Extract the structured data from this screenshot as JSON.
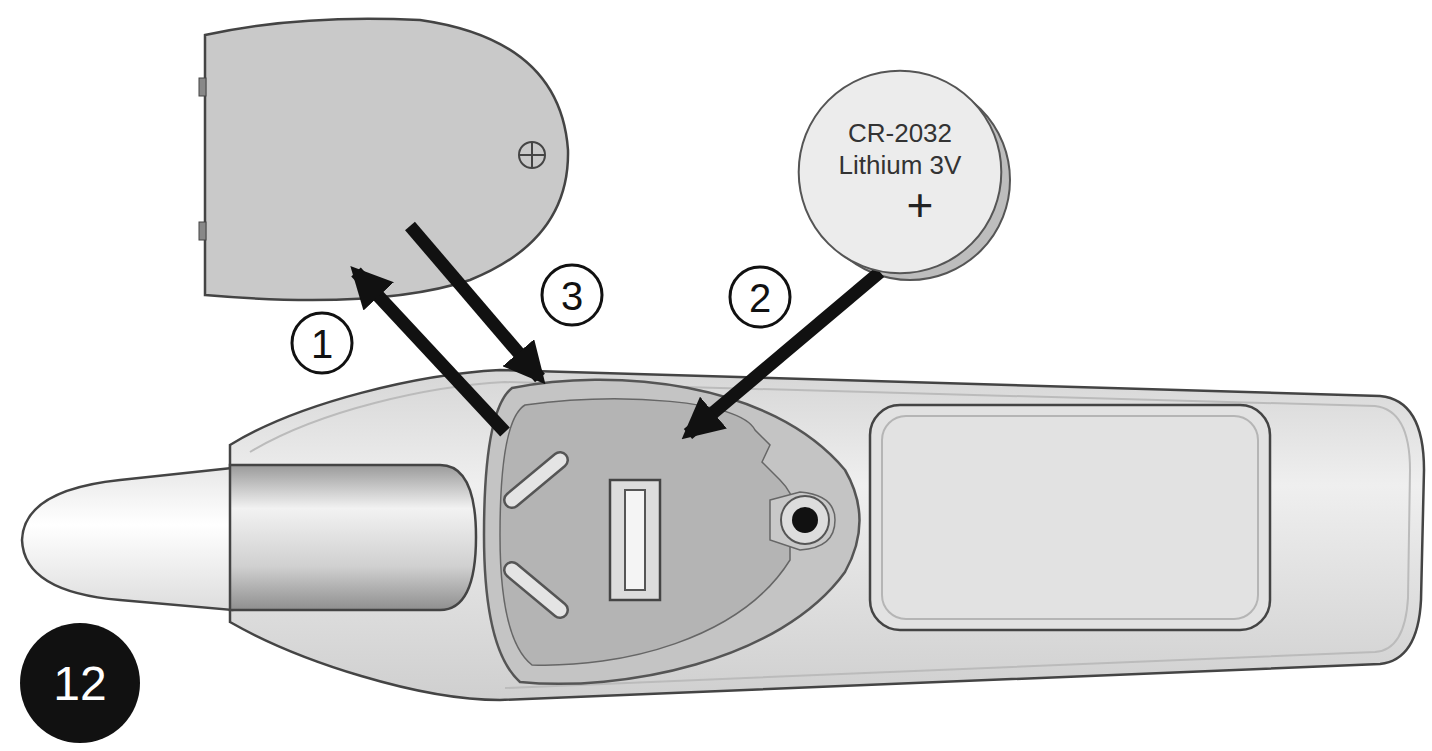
{
  "diagram": {
    "nodes": [
      {
        "text": [
          "CR-2032 Lithium 3V",
          "+"
        ]
      }
    ],
    "labels": [
      "1",
      "3",
      "2",
      "12"
    ]
  }
}
